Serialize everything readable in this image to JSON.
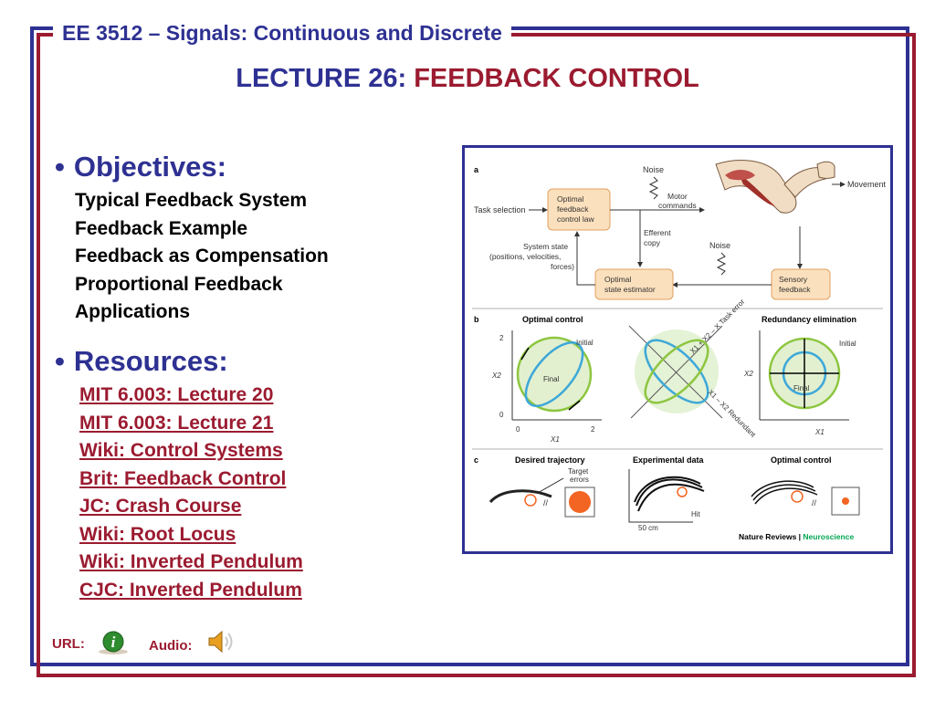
{
  "header": {
    "course_title": "EE 3512 – Signals: Continuous and Discrete",
    "lecture_prefix": "LECTURE 26: ",
    "lecture_topic": "FEEDBACK CONTROL"
  },
  "objectives": {
    "bullet": "•",
    "heading": "Objectives:",
    "items": [
      "Typical Feedback System",
      "Feedback Example",
      "Feedback as Compensation",
      "Proportional Feedback",
      "Applications"
    ]
  },
  "resources": {
    "bullet": "•",
    "heading": "Resources:",
    "links": [
      "MIT 6.003: Lecture 20",
      "MIT 6.003: Lecture 21",
      "Wiki: Control Systems",
      "Brit: Feedback Control",
      "JC: Crash Course",
      "Wiki: Root Locus",
      "Wiki: Inverted Pendulum ",
      "CJC: Inverted Pendulum"
    ]
  },
  "figure": {
    "panel_a": {
      "label": "a",
      "noise_top": "Noise",
      "movement": "Movement",
      "task_selection": "Task selection",
      "control_law": [
        "Optimal",
        "feedback",
        "control law"
      ],
      "motor_commands": [
        "Motor",
        "commands"
      ],
      "efferent_copy": [
        "Efferent",
        "copy"
      ],
      "noise_bottom": "Noise",
      "system_state": [
        "System state",
        "(positions, velocities,",
        "forces)"
      ],
      "state_estimator": [
        "Optimal",
        "state estimator"
      ],
      "sensory_feedback": [
        "Sensory",
        "feedback"
      ]
    },
    "panel_b": {
      "label": "b",
      "optimal_control_title": "Optimal control",
      "redundancy_title": "Redundancy elimination",
      "initial_1": "Initial",
      "final_1": "Final",
      "initial_2": "Initial",
      "final_2": "Final",
      "ytick_2": "2",
      "ytick_0": "0",
      "xtick_0": "0",
      "xtick_2": "2",
      "x1": "X1",
      "x2": "X2",
      "task_error": "X1 + X2 – X  Task error",
      "redundant": "X1 – X2  Redundant"
    },
    "panel_c": {
      "label": "c",
      "desired_trajectory": "Desired trajectory",
      "experimental_data": "Experimental data",
      "optimal_control": "Optimal control",
      "target_errors": [
        "Target",
        "errors"
      ],
      "hit": "Hit",
      "scale": "50 cm"
    },
    "credit_journal": "Nature Reviews | ",
    "credit_section": "Neuroscience"
  },
  "footer": {
    "url_label": "URL:",
    "audio_label": "Audio:",
    "info_icon_glyph": "i"
  },
  "colors": {
    "blue": "#2e3192",
    "red": "#9b1b30",
    "box_orange": "#fbe0bd",
    "circle_green": "#8dc63f",
    "ellipse_blue": "#3ea8d8",
    "target_orange": "#f26522"
  }
}
